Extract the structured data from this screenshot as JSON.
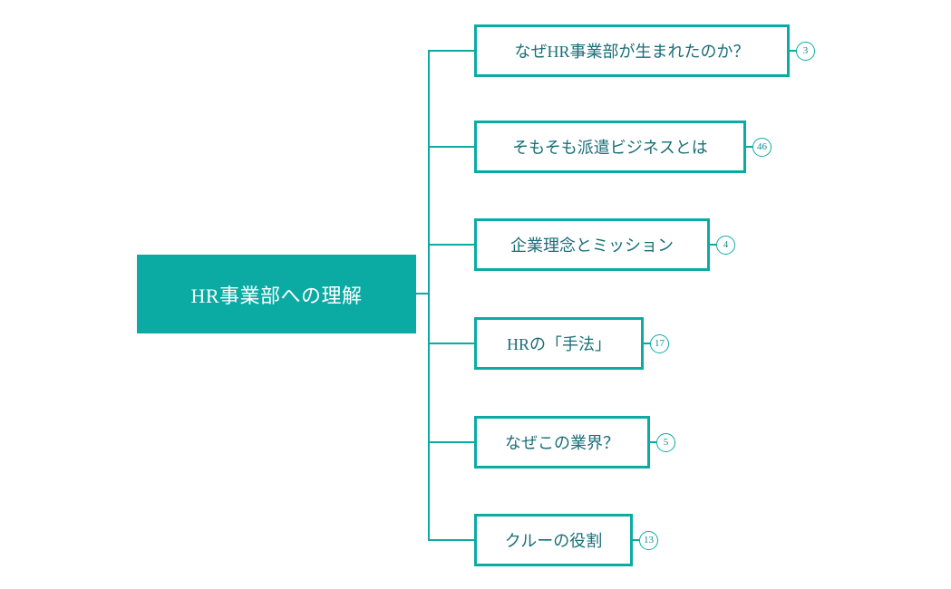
{
  "root": {
    "label": "HR事業部への理解"
  },
  "branches": [
    {
      "label": "なぜHR事業部が生まれたのか？",
      "count": "3"
    },
    {
      "label": "そもそも派遣ビジネスとは",
      "count": "46"
    },
    {
      "label": "企業理念とミッション",
      "count": "4"
    },
    {
      "label": "HRの「手法」",
      "count": "17"
    },
    {
      "label": "なぜこの業界？",
      "count": "5"
    },
    {
      "label": "クルーの役割",
      "count": "13"
    }
  ],
  "colors": {
    "accent": "#0baba4",
    "node_text": "#1a6e78",
    "badge_text": "#128c90",
    "root_text": "#ffffff",
    "background": "#ffffff"
  }
}
